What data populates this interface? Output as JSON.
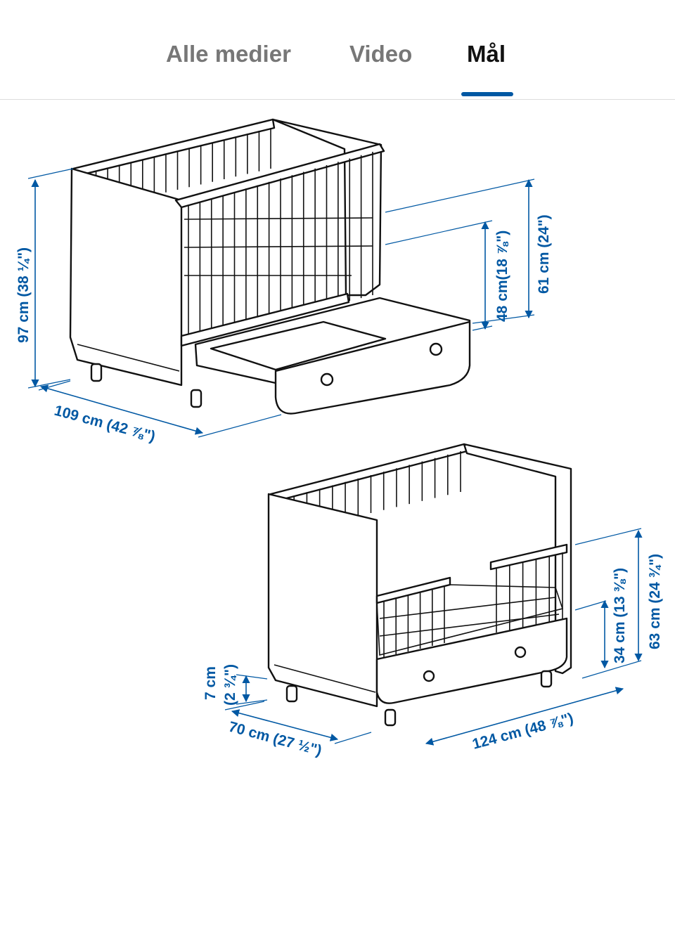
{
  "tabs": [
    {
      "label": "Alle medier",
      "active": false
    },
    {
      "label": "Video",
      "active": false
    },
    {
      "label": "Mål",
      "active": true
    }
  ],
  "colors": {
    "accent": "#0058a3",
    "line": "#111111",
    "inactive_tab": "#777777"
  },
  "dimensions": {
    "crib": {
      "height": "97 cm (38 ¼\")",
      "length": "109 cm (42 ⅞\")",
      "mattress_height": "48 cm(18 ⅞\")",
      "side_height": "61 cm (24\")"
    },
    "bed": {
      "leg_height_cm": "7 cm",
      "leg_height_in": "(2 ¾\")",
      "width": "70 cm (27 ½\")",
      "length": "124 cm (48 ⅞\")",
      "guard_height": "34 cm (13 ⅜\")",
      "total_height": "63 cm (24 ¾\")"
    }
  }
}
